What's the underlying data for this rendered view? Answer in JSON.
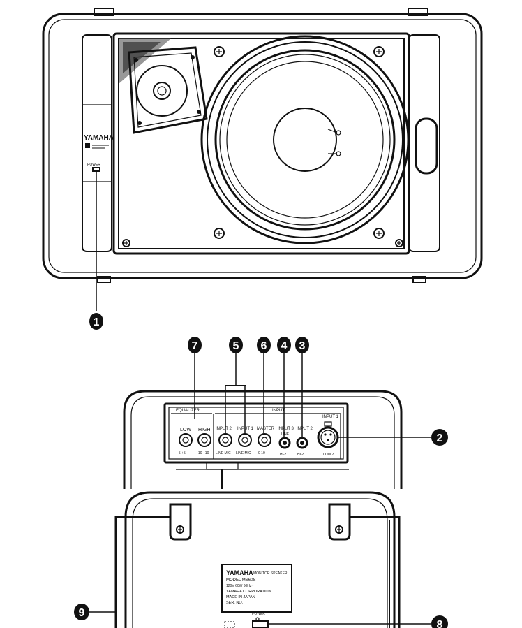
{
  "front": {
    "brand": "YAMAHA",
    "power_label": "POWER"
  },
  "callouts": {
    "n1": "1",
    "n2": "2",
    "n3": "3",
    "n4": "4",
    "n5": "5",
    "n6": "6",
    "n7": "7",
    "n8": "8",
    "n9": "9"
  },
  "rear_panel": {
    "equalizer_title": "EQUALIZER",
    "input_title": "INPUT",
    "low": "LOW",
    "high": "HIGH",
    "input2": "INPUT 2",
    "input1": "INPUT 1",
    "master": "MASTER",
    "input3": "INPUT 3",
    "input2b": "INPUT 2",
    "input1_xlr": "INPUT 1",
    "line_jack_label": "LINE",
    "scale_low": "−5   +5",
    "scale_high": "−10  +10",
    "scale_input2": "LINE MIC",
    "scale_input1": "LINE  MIC",
    "scale_master": "0   10",
    "hiz1": "HI-Z",
    "hiz2": "HI-Z",
    "lowz": "LOW Z"
  },
  "nameplate": {
    "brand": "YAMAHA",
    "product": "MONITOR SPEAKER",
    "model": "MODEL MS60S",
    "rating": "120V   60W   60Hz~",
    "maker": "YAMAHA CORPORATION",
    "origin": "MADE IN JAPAN",
    "serial": "SER. NO.",
    "power": "POWER"
  }
}
